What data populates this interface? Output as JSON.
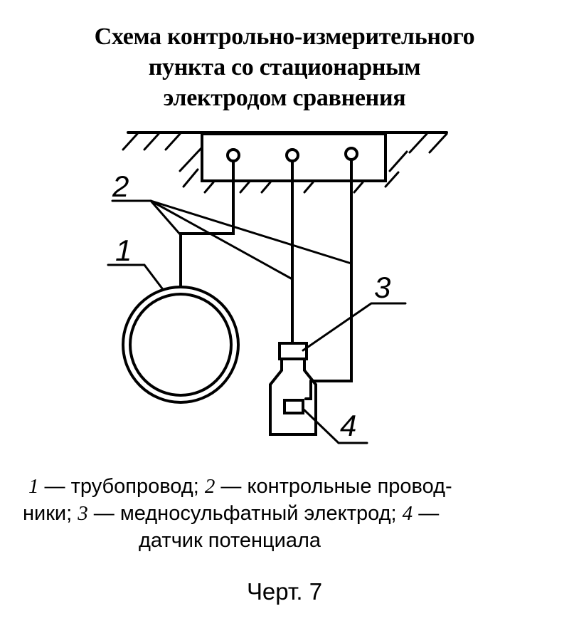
{
  "title": {
    "line1": "Схема контрольно-измерительного",
    "line2": "пункта со стационарным",
    "line3": "электродом сравнения"
  },
  "labels": {
    "n1": "1",
    "n2": "2",
    "n3": "3",
    "n4": "4"
  },
  "caption": {
    "item1_num": "1",
    "item1_text": " — трубопровод; ",
    "item2_num": "2",
    "item2_text": " — контрольные провод-",
    "item2_cont": "ники; ",
    "item3_num": "3",
    "item3_text": " — медносульфатный электрод; ",
    "item4_num": "4",
    "item4_text": " —",
    "item4_cont": "датчик потенциала"
  },
  "figure_label": "Черт. 7"
}
